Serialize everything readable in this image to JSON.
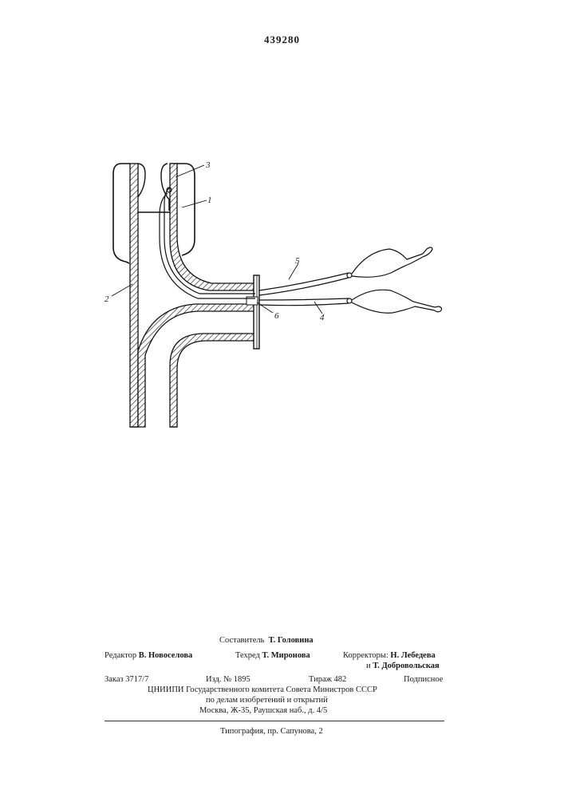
{
  "patent_number": "439280",
  "figure_labels": {
    "l1": "1",
    "l2": "2",
    "l3": "3",
    "l4": "4",
    "l5": "5",
    "l6": "6"
  },
  "footer": {
    "compiler_label": "Составитель",
    "compiler_name": "Т. Головина",
    "editor_label": "Редактор",
    "editor_name": "В. Новоселова",
    "techred_label": "Техред",
    "techred_name": "Т. Миронова",
    "correctors_label": "Корректоры:",
    "corrector1": "Н. Лебедева",
    "corrector2_prefix": "и",
    "corrector2": "Т. Добровольская",
    "order": "Заказ 3717/7",
    "edition": "Изд. № 1895",
    "print_run": "Тираж 482",
    "subscription": "Подписное",
    "org_line1": "ЦНИИПИ Государственного комитета Совета Министров СССР",
    "org_line2": "по делам изобретений и открытий",
    "org_line3": "Москва, Ж-35, Раушская наб., д. 4/5",
    "printer": "Типография, пр. Сапунова, 2"
  }
}
